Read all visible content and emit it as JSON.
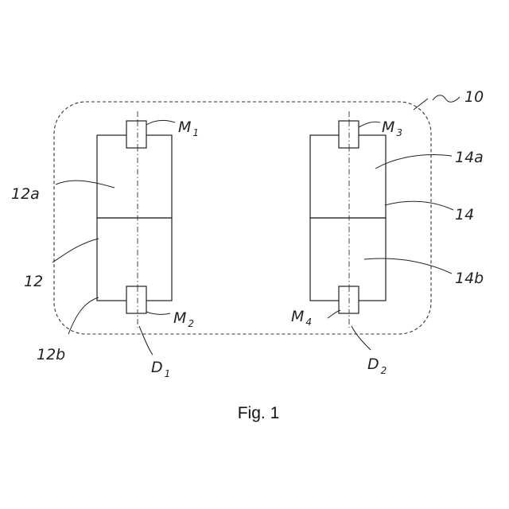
{
  "figure": {
    "caption": "Fig. 1"
  },
  "labels": {
    "system": "10",
    "unit_left": "12",
    "unit_left_upper": "12a",
    "unit_left_lower": "12b",
    "unit_right": "14",
    "unit_right_upper": "14a",
    "unit_right_lower": "14b",
    "marker_1": {
      "base": "M",
      "sub": "1"
    },
    "marker_2": {
      "base": "M",
      "sub": "2"
    },
    "marker_3": {
      "base": "M",
      "sub": "3"
    },
    "marker_4": {
      "base": "M",
      "sub": "4"
    },
    "axis_1": {
      "base": "D",
      "sub": "1"
    },
    "axis_2": {
      "base": "D",
      "sub": "2"
    }
  }
}
